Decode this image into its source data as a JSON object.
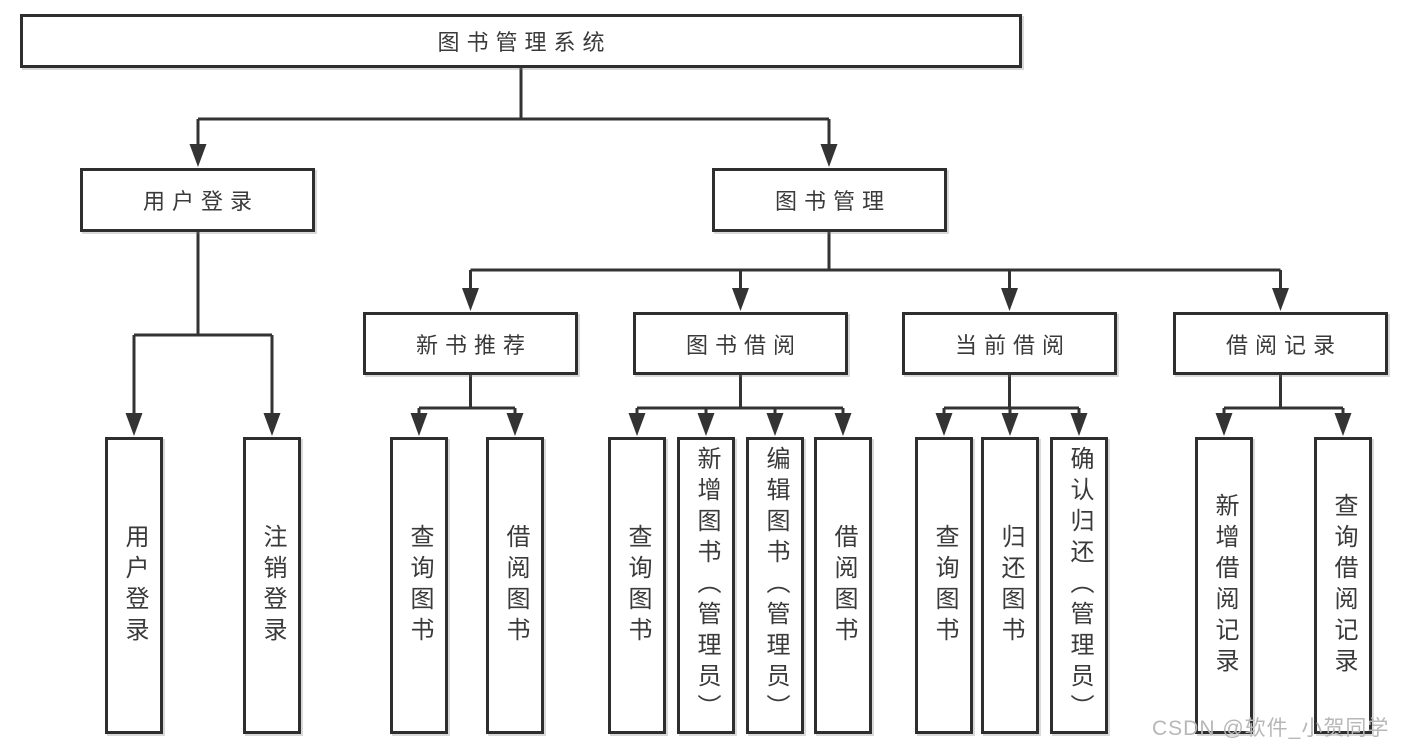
{
  "diagram_title": "图书管理系统",
  "watermark": "CSDN @软件_小贺同学",
  "colors": {
    "line": "#333333",
    "box_border": "#2e2e2e",
    "text": "#3a3a3a",
    "watermark": "#b7b7b7",
    "background": "#ffffff"
  },
  "nodes": {
    "root": "图书管理系统",
    "level2": {
      "user_login": "用户登录",
      "book_mgmt": "图书管理"
    },
    "level3": {
      "new_books": "新书推荐",
      "book_borrow": "图书借阅",
      "current_borrow": "当前借阅",
      "borrow_records": "借阅记录"
    },
    "leaves": {
      "user_login": [
        "用户登录",
        "注销登录"
      ],
      "new_books": [
        "查询图书",
        "借阅图书"
      ],
      "book_borrow": [
        "查询图书",
        "新增图书（管理员）",
        "编辑图书（管理员）",
        "借阅图书"
      ],
      "current_borrow": [
        "查询图书",
        "归还图书",
        "确认归还（管理员）"
      ],
      "borrow_records": [
        "新增借阅记录",
        "查询借阅记录"
      ]
    }
  }
}
